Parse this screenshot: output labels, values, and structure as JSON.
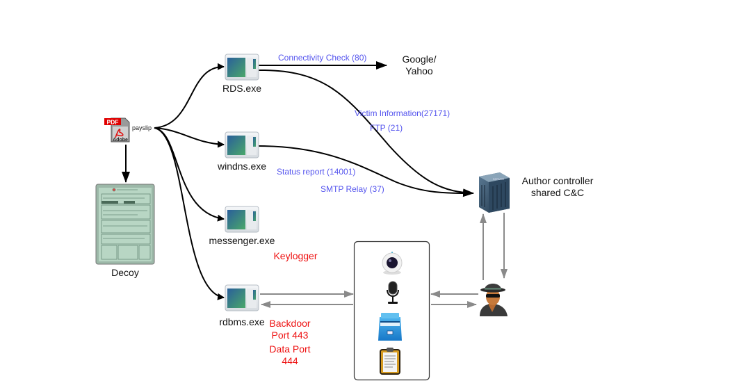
{
  "diagram": {
    "source": {
      "name": "payslip",
      "icon": "pdf-icon",
      "badge": "PDF",
      "vendor": "Adobe"
    },
    "decoy": {
      "label": "Decoy",
      "icon": "document-scan-icon"
    },
    "processes": [
      {
        "label": "RDS.exe",
        "icon": "app-window-icon"
      },
      {
        "label": "windns.exe",
        "icon": "app-window-icon"
      },
      {
        "label": "messenger.exe",
        "icon": "app-window-icon"
      },
      {
        "label": "rdbms.exe",
        "icon": "app-window-icon"
      }
    ],
    "external": {
      "label_line1": "Google/",
      "label_line2": "Yahoo"
    },
    "cnc": {
      "label_line1": "Author controller",
      "label_line2": "shared C&C",
      "icon": "server-icon",
      "server_text": "SERVER"
    },
    "attacker": {
      "icon": "hacker-icon"
    },
    "edge_labels": {
      "connectivity": "Connectivity Check (80)",
      "victim_info": "Victim Information(27171)",
      "ftp": "FTP (21)",
      "status_report": "Status report (14001)",
      "smtp": "SMTP Relay (37)",
      "keylogger": "Keylogger",
      "backdoor_line1": "Backdoor",
      "backdoor_line2": "Port 443",
      "dataport_line1": "Data Port",
      "dataport_line2": "444"
    },
    "capabilities": [
      {
        "name": "webcam",
        "icon": "webcam-icon"
      },
      {
        "name": "microphone",
        "icon": "microphone-icon"
      },
      {
        "name": "file-cabinet",
        "icon": "file-cabinet-icon"
      },
      {
        "name": "clipboard",
        "icon": "clipboard-icon"
      }
    ],
    "colors": {
      "edge_label": "#5555ee",
      "alert_label": "#ee1111",
      "primary_edge": "#000000",
      "secondary_edge": "#888888"
    }
  }
}
